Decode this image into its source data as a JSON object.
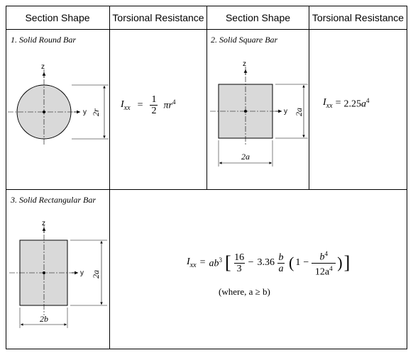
{
  "headers": [
    "Section Shape",
    "Torsional Resistance",
    "Section Shape",
    "Torsional Resistance"
  ],
  "cells": {
    "round": {
      "title": "1. Solid Round Bar",
      "axis_z": "z",
      "axis_y": "y",
      "dim": "2r"
    },
    "square": {
      "title": "2. Solid Square Bar",
      "axis_z": "z",
      "axis_y": "y",
      "dim_v": "2a",
      "dim_h": "2a"
    },
    "rect": {
      "title": "3. Solid Rectangular Bar",
      "axis_z": "z",
      "axis_y": "y",
      "dim_v": "2a",
      "dim_h": "2b"
    }
  },
  "formulas": {
    "round": {
      "lhs": "I",
      "sub": "xx",
      "eq": "=",
      "num": "1",
      "den": "2",
      "pi": "π",
      "r": "r",
      "exp": "4"
    },
    "square": {
      "lhs": "I",
      "sub": "xx",
      "eq": "=",
      "coef": "2.25",
      "a": "a",
      "exp": "4"
    },
    "rect": {
      "lhs": "I",
      "sub": "xx",
      "eq": "=",
      "ab": "ab",
      "exp3": "3",
      "f1_num": "16",
      "f1_den": "3",
      "minus": "−",
      "coef": "3.36",
      "b": "b",
      "a": "a",
      "one": "1",
      "b4": "b",
      "exp4": "4",
      "den12": "12a",
      "exp4b": "4",
      "note": "(where, a ≥ b)"
    }
  },
  "colors": {
    "fill": "#d9d9d9",
    "line": "#000000"
  }
}
